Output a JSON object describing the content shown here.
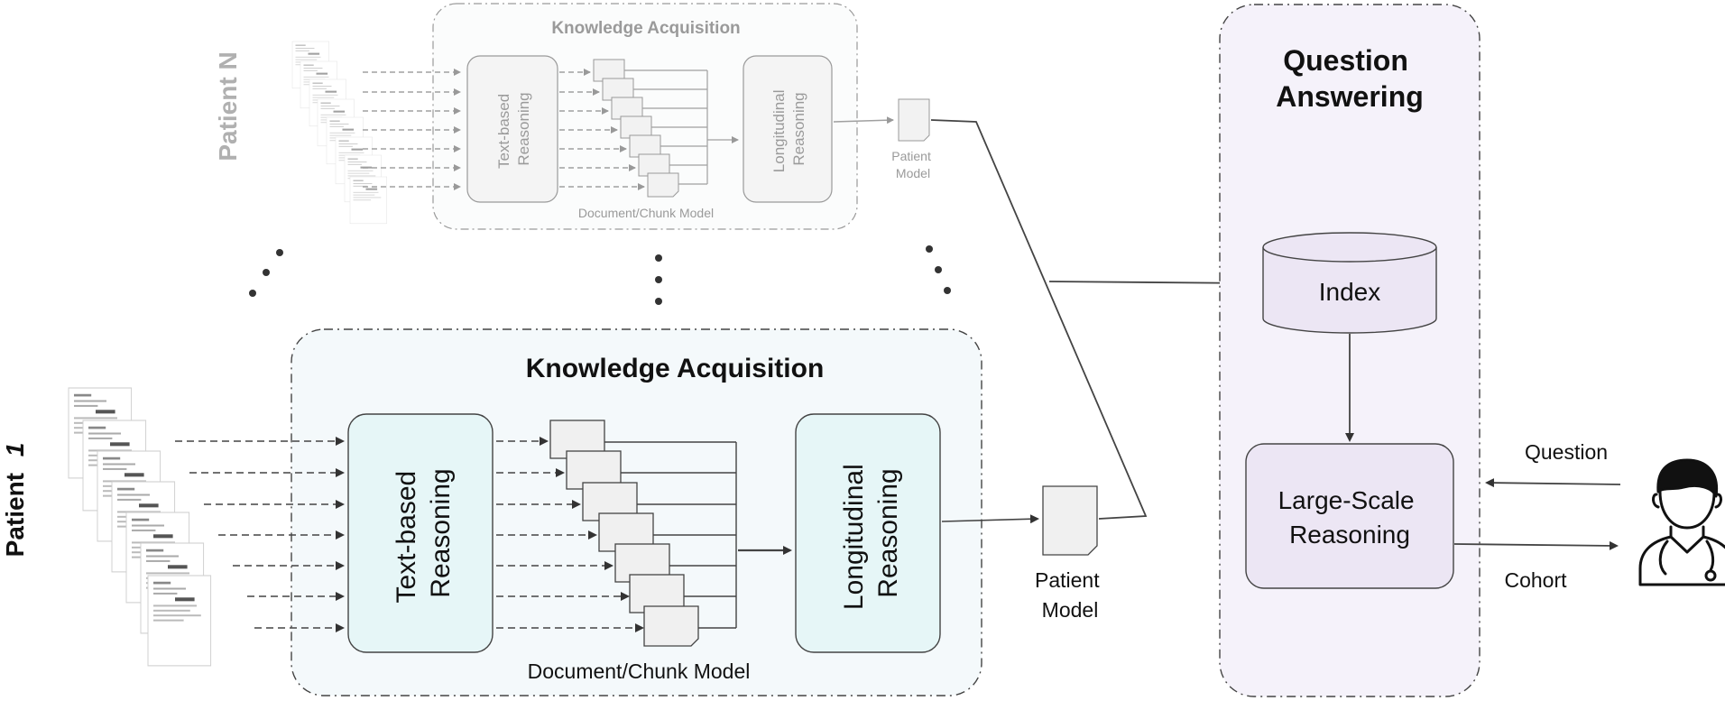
{
  "patient_n": {
    "label": "Patient  N",
    "section_title": "Knowledge Acquisition",
    "text_reasoning": [
      "Text-based",
      "Reasoning"
    ],
    "longitudinal_reasoning": [
      "Longitudinal",
      "Reasoning"
    ],
    "chunk_caption": "Document/Chunk Model",
    "patient_model": [
      "Patient",
      "Model"
    ]
  },
  "patient_1": {
    "label_prefix": "Patient",
    "label_number": "1",
    "section_title": "Knowledge Acquisition",
    "text_reasoning": [
      "Text-based",
      "Reasoning"
    ],
    "longitudinal_reasoning": [
      "Longitudinal",
      "Reasoning"
    ],
    "chunk_caption": "Document/Chunk Model",
    "patient_model": [
      "Patient",
      "Model"
    ]
  },
  "qa": {
    "title": [
      "Question",
      "Answering"
    ],
    "index_label": "Index",
    "large_scale": [
      "Large-Scale",
      "Reasoning"
    ],
    "question_label": "Question",
    "cohort_label": "Cohort"
  },
  "icons": {
    "clinician": "doctor-icon",
    "document": "document-icon",
    "database": "database-icon"
  },
  "colors": {
    "ka_fill": "#f4f9fb",
    "reasoning_fill": "#e6f6f7",
    "qa_fill": "#f5f2fa",
    "index_fill": "#ece6f4",
    "line": "#333333",
    "faded": "#9a9a9a"
  }
}
